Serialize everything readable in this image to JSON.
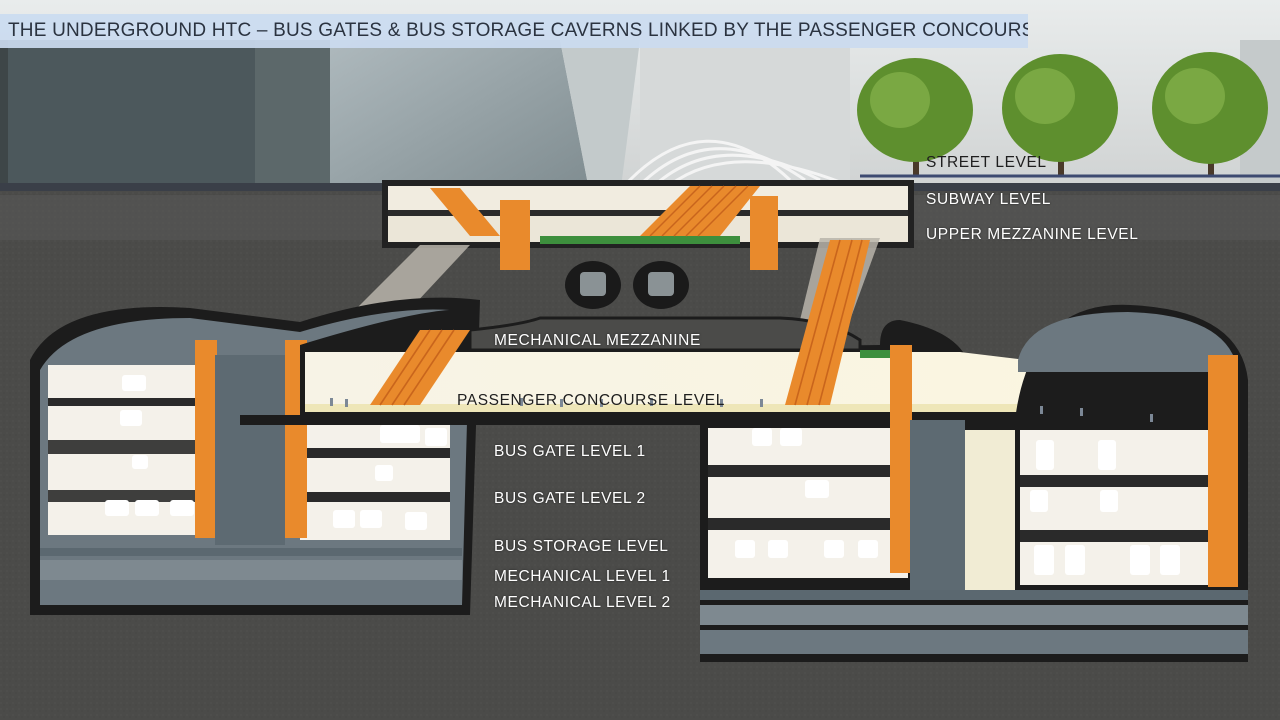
{
  "title": "THE UNDERGROUND HTC – BUS GATES & BUS STORAGE CAVERNS LINKED BY THE PASSENGER CONCOURSE",
  "labels": {
    "street_level": "STREET LEVEL",
    "subway_level": "SUBWAY LEVEL",
    "upper_mezzanine_level": "UPPER MEZZANINE LEVEL",
    "mechanical_mezzanine": "MECHANICAL MEZZANINE",
    "passenger_concourse_level": "PASSENGER CONCOURSE LEVEL",
    "bus_gate_level_1": "BUS GATE LEVEL 1",
    "bus_gate_level_2": "BUS GATE LEVEL 2",
    "bus_storage_level": "BUS STORAGE LEVEL",
    "mechanical_level_1": "MECHANICAL LEVEL 1",
    "mechanical_level_2": "MECHANICAL LEVEL 2"
  },
  "colors": {
    "sky": "#d9dcdc",
    "ground": "#4a4a48",
    "cavern_shell": "#6e7a82",
    "floor_fill": "#f3efe0",
    "escalator_orange": "#e98a2c",
    "tree_green": "#5a8a2a",
    "title_bar": "#cbdbf0"
  }
}
